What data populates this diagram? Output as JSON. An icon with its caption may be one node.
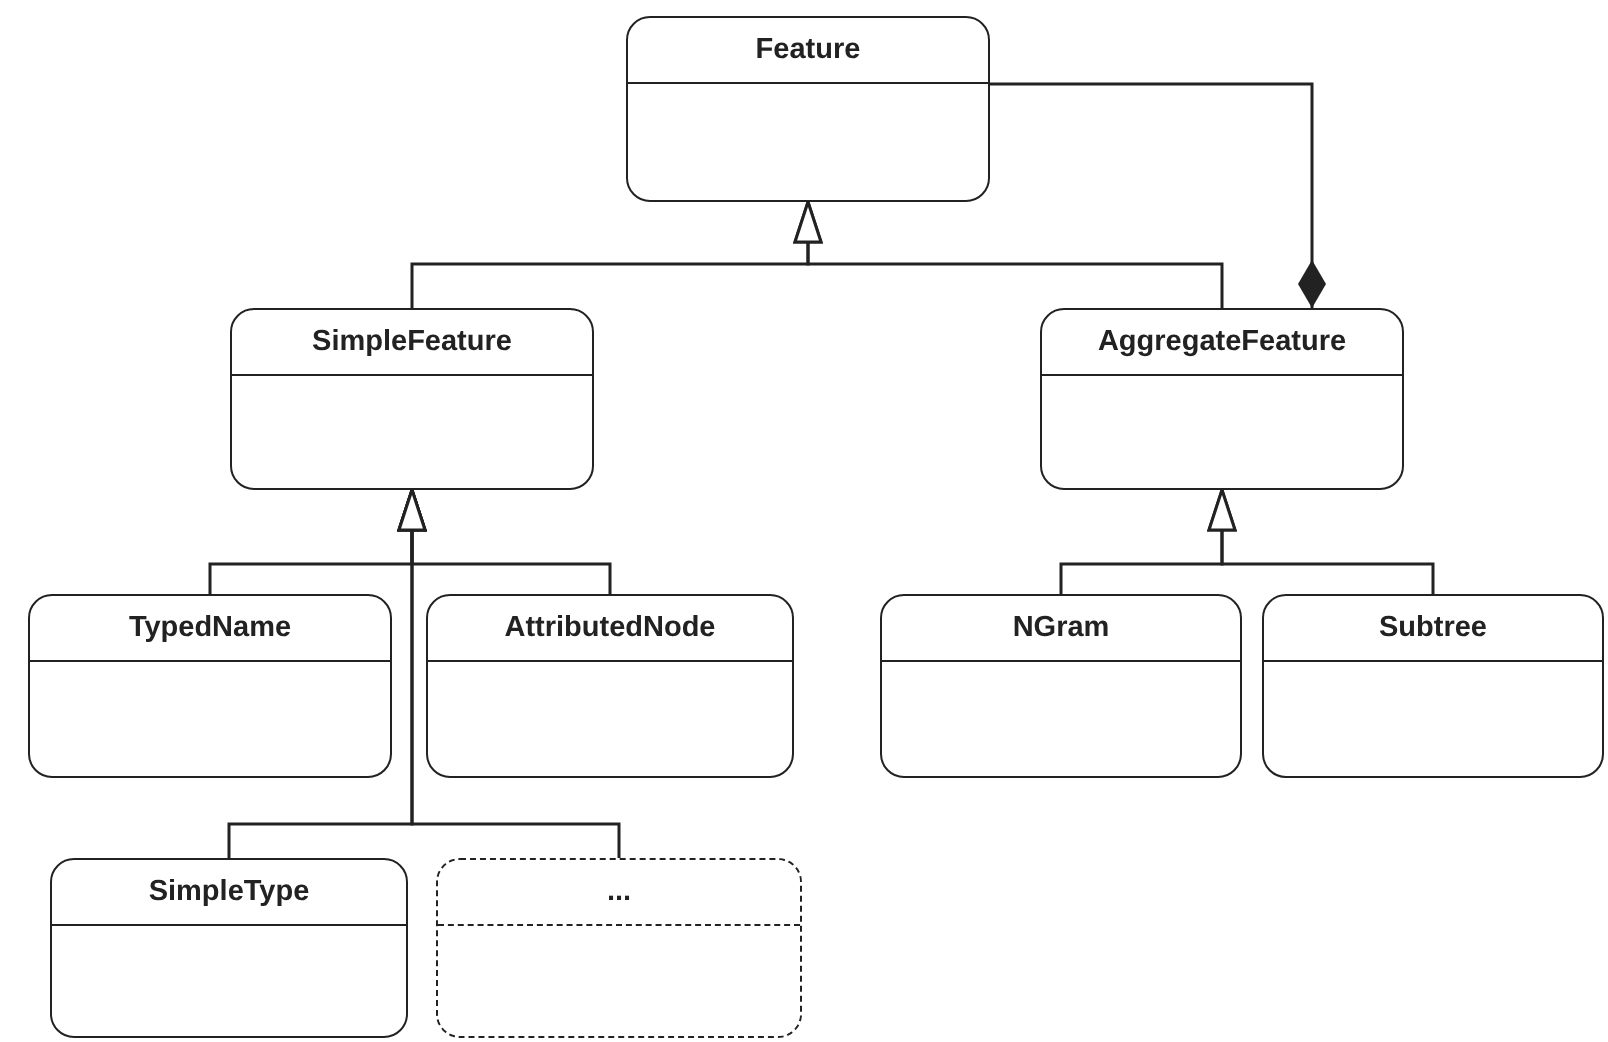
{
  "diagram": {
    "nodes": [
      {
        "text": [
          "Feature"
        ]
      },
      {
        "text": [
          "SimpleFeature"
        ]
      },
      {
        "text": [
          "AggregateFeature"
        ]
      },
      {
        "text": [
          "TypedName"
        ]
      },
      {
        "text": [
          "AttributedNode"
        ]
      },
      {
        "text": [
          "NGram"
        ]
      },
      {
        "text": [
          "Subtree"
        ]
      },
      {
        "text": [
          "SimpleType"
        ]
      },
      {
        "text": [
          "..."
        ]
      }
    ],
    "edges": [
      {
        "from": 1,
        "to": 0,
        "arrow": "to"
      },
      {
        "from": 2,
        "to": 0,
        "arrow": "to"
      },
      {
        "from": 0,
        "to": 2,
        "arrow": "other"
      },
      {
        "from": 3,
        "to": 1,
        "arrow": "to"
      },
      {
        "from": 4,
        "to": 1,
        "arrow": "to"
      },
      {
        "from": 7,
        "to": 1,
        "arrow": "to"
      },
      {
        "from": 8,
        "to": 1,
        "arrow": "to"
      },
      {
        "from": 5,
        "to": 2,
        "arrow": "to"
      },
      {
        "from": 6,
        "to": 2,
        "arrow": "to"
      }
    ]
  }
}
